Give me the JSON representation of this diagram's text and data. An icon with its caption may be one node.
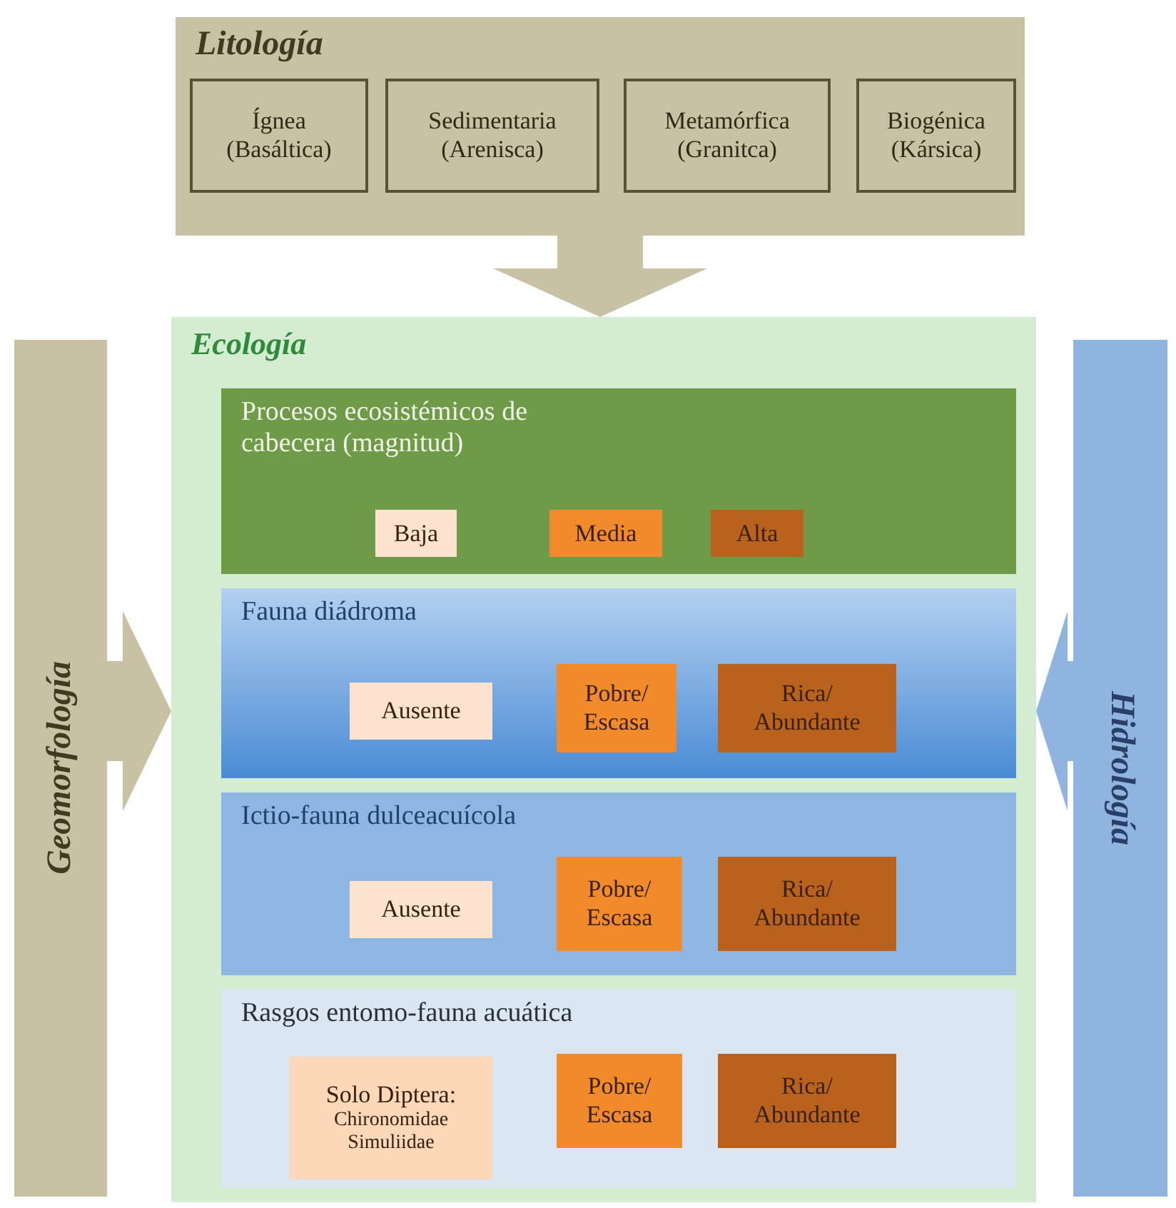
{
  "diagram": {
    "nodes": [
      {
        "text": [
          "Litología"
        ]
      },
      {
        "text": [
          "Ígnea (Basáltica)"
        ],
        "in": 0
      },
      {
        "text": [
          "Sedimentaria (Arenisca)"
        ],
        "in": 0
      },
      {
        "text": [
          "Metamórfica (Granitca)"
        ],
        "in": 0
      },
      {
        "text": [
          "Biogénica (Kársica)"
        ],
        "in": 0
      },
      {
        "text": [
          "Geomorfología"
        ]
      },
      {
        "text": [
          "Ecología"
        ]
      },
      {
        "text": [
          "Procesos ecosistémicos de cabecera (magnitud)"
        ],
        "in": 6
      },
      {
        "text": [
          "Baja"
        ],
        "in": 7
      },
      {
        "text": [
          "Media"
        ],
        "in": 7
      },
      {
        "text": [
          "Alta"
        ],
        "in": 7
      },
      {
        "text": [
          "Fauna diádroma"
        ],
        "in": 6
      },
      {
        "text": [
          "Ausente"
        ],
        "in": 11
      },
      {
        "text": [
          "Pobre/ Escasa"
        ],
        "in": 11
      },
      {
        "text": [
          "Rica/ Abundante"
        ],
        "in": 11
      },
      {
        "text": [
          "Ictio-fauna dulceacuícola"
        ],
        "in": 6
      },
      {
        "text": [
          "Ausente"
        ],
        "in": 15
      },
      {
        "text": [
          "Pobre/ Escasa"
        ],
        "in": 15
      },
      {
        "text": [
          "Rica/ Abundante"
        ],
        "in": 15
      },
      {
        "text": [
          "Rasgos entomo-fauna acuática"
        ],
        "in": 6
      },
      {
        "text": [
          "Solo Diptera:",
          "Chironomidae Simuliidae"
        ],
        "in": 19
      },
      {
        "text": [
          "Pobre/ Escasa"
        ],
        "in": 19
      },
      {
        "text": [
          "Rica/ Abundante"
        ],
        "in": 19
      },
      {
        "text": [
          "Hidrología"
        ]
      }
    ],
    "edges": [
      {
        "from": 0,
        "to": 6,
        "arrow": "to"
      },
      {
        "from": 5,
        "to": 6,
        "arrow": "to"
      },
      {
        "from": 23,
        "to": 6,
        "arrow": "to",
        "color": "#8fb4e0"
      }
    ]
  }
}
